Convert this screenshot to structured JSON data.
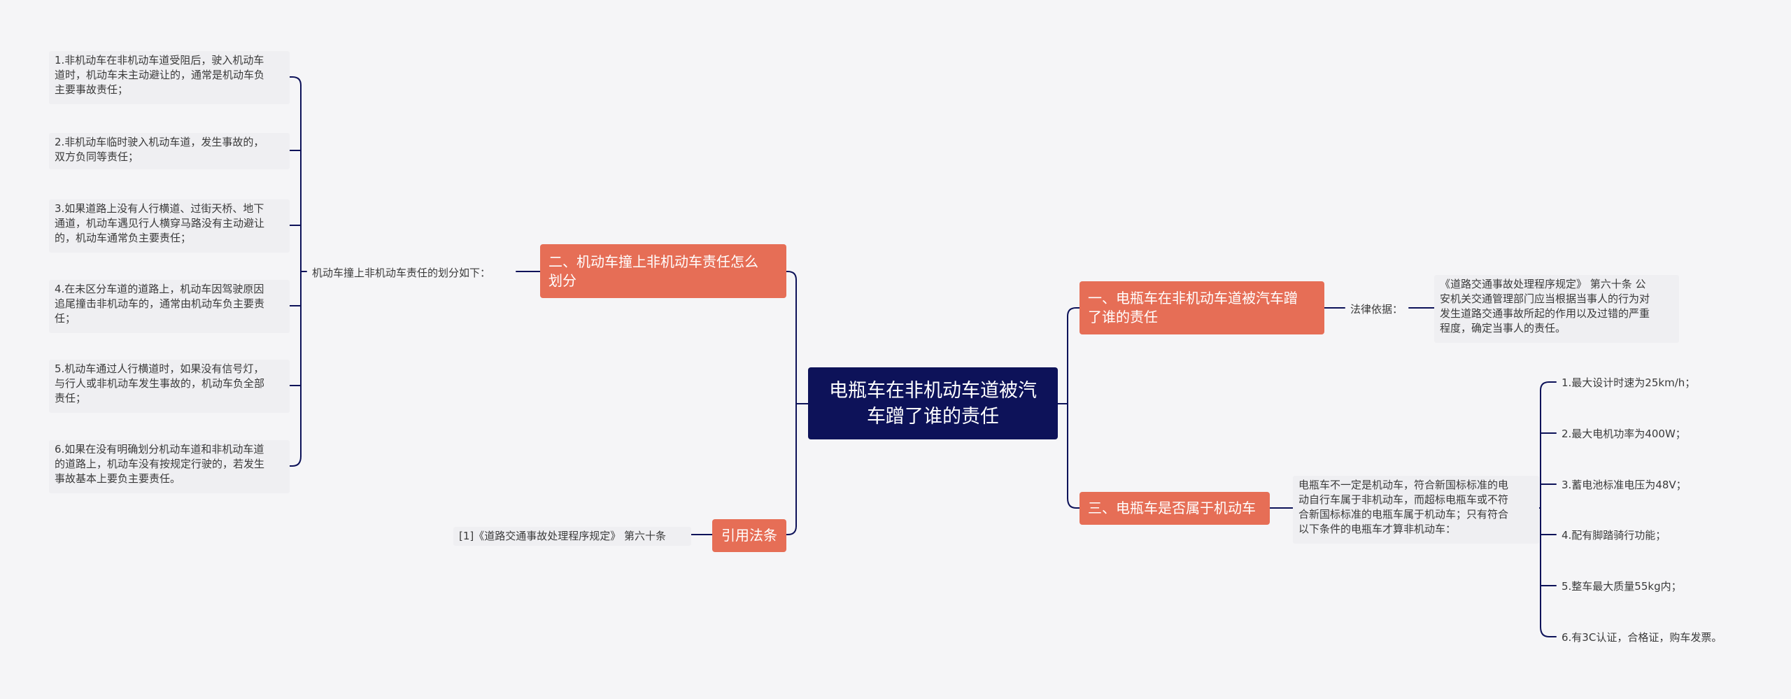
{
  "root": {
    "title": "电瓶车在非机动车道被汽\n车蹭了谁的责任"
  },
  "branches": {
    "b1": "一、电瓶车在非机动车道被汽车蹭\n了谁的责任",
    "b2": "二、机动车撞上非机动车责任怎么\n划分",
    "b3": "三、电瓶车是否属于机动车",
    "b4": "引用法条"
  },
  "b1_children": {
    "label": "法律依据：",
    "text": "《道路交通事故处理程序规定》 第六十条 公\n安机关交通管理部门应当根据当事人的行为对\n发生道路交通事故所起的作用以及过错的严重\n程度，确定当事人的责任。"
  },
  "b2_children": {
    "label": "机动车撞上非机动车责任的划分如下：",
    "items": [
      "1.非机动车在非机动车道受阻后，驶入机动车\n道时，机动车未主动避让的，通常是机动车负\n主要事故责任；",
      "2.非机动车临时驶入机动车道，发生事故的，\n双方负同等责任；",
      "3.如果道路上没有人行横道、过街天桥、地下\n通道，机动车遇见行人横穿马路没有主动避让\n的，机动车通常负主要责任；",
      "4.在未区分车道的道路上，机动车因驾驶原因\n追尾撞击非机动车的，通常由机动车负主要责\n任；",
      "5.机动车通过人行横道时，如果没有信号灯，\n与行人或非机动车发生事故的，机动车负全部\n责任；",
      "6.如果在没有明确划分机动车道和非机动车道\n的道路上，机动车没有按规定行驶的，若发生\n事故基本上要负主要责任。"
    ]
  },
  "b3_children": {
    "text": "电瓶车不一定是机动车，符合新国标标准的电\n动自行车属于非机动车，而超标电瓶车或不符\n合新国标标准的电瓶车属于机动车；只有符合\n以下条件的电瓶车才算非机动车：",
    "items": [
      "1.最大设计时速为25km/h；",
      "2.最大电机功率为400W；",
      "3.蓄电池标准电压为48V；",
      "4.配有脚踏骑行功能；",
      "5.整车最大质量55kg内；",
      "6.有3C认证，合格证，购车发票。"
    ]
  },
  "b4_children": {
    "label": "[1]《道路交通事故处理程序规定》 第六十条"
  },
  "colors": {
    "line": "#0d1259",
    "root": "#0d1259",
    "branch": "#e66e56"
  }
}
